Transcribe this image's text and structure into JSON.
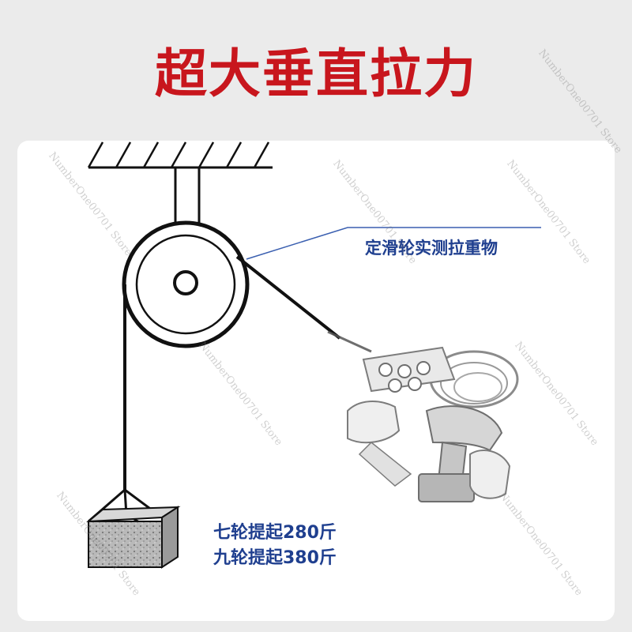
{
  "title": "超大垂直拉力",
  "callout_label": "定滑轮实测拉重物",
  "specs": {
    "seven_wheel": "七轮提起280斤",
    "nine_wheel": "九轮提起380斤"
  },
  "watermark": "NumberOne00701 Store",
  "colors": {
    "title": "#c8161d",
    "label": "#1f3f8f",
    "card": "#ffffff",
    "background": "#ebebeb"
  }
}
